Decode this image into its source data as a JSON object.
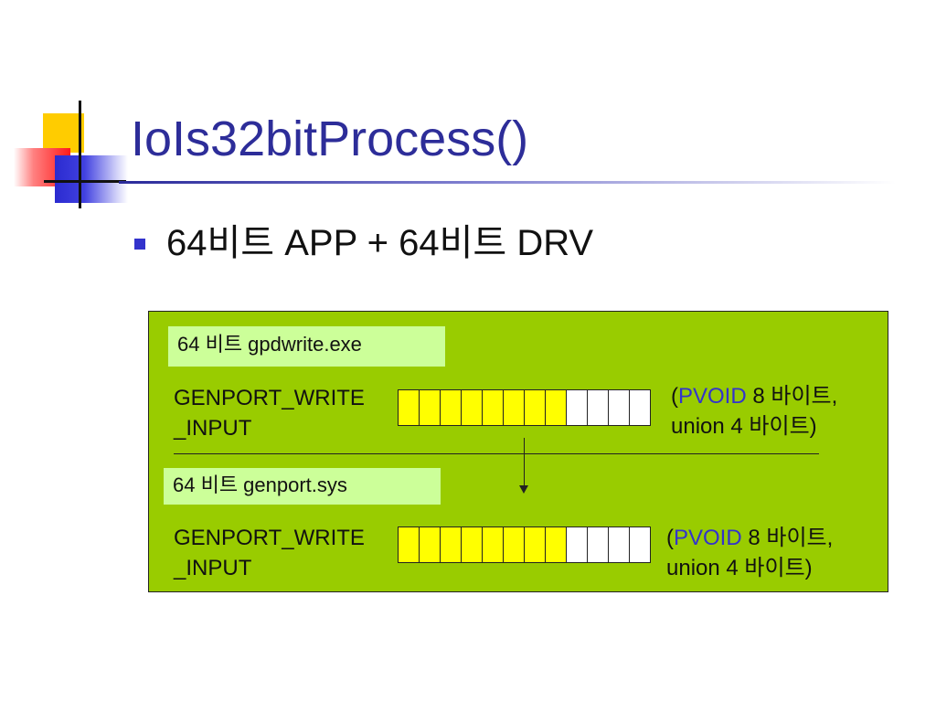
{
  "slide": {
    "title": "IoIs32bitProcess()",
    "bullet": "64비트 APP + 64비트 DRV"
  },
  "diagram": {
    "app_label": "64 비트 gpdwrite.exe",
    "driver_label": "64 비트 genport.sys",
    "app_struct": {
      "line1": "GENPORT_WRITE",
      "line2": "_INPUT"
    },
    "driver_struct": {
      "line1": "GENPORT_WRITE",
      "line2": "_INPUT"
    },
    "app_note": {
      "open": "(",
      "type": "PVOID",
      "line1_rest": " 8 바이트,",
      "line2": "union 4 바이트)"
    },
    "driver_note": {
      "open": "(",
      "type": "PVOID",
      "line1_rest": " 8 바이트,",
      "line2": "union 4 바이트)"
    },
    "buffer": {
      "filled_cells": 8,
      "empty_cells": 4
    }
  },
  "colors": {
    "title": "#2d2d99",
    "panel": "#99cc00",
    "label_box": "#ccff99",
    "filled_cell": "#ffff00",
    "empty_cell": "#ffffff",
    "pvoid_text": "#3333cc"
  }
}
